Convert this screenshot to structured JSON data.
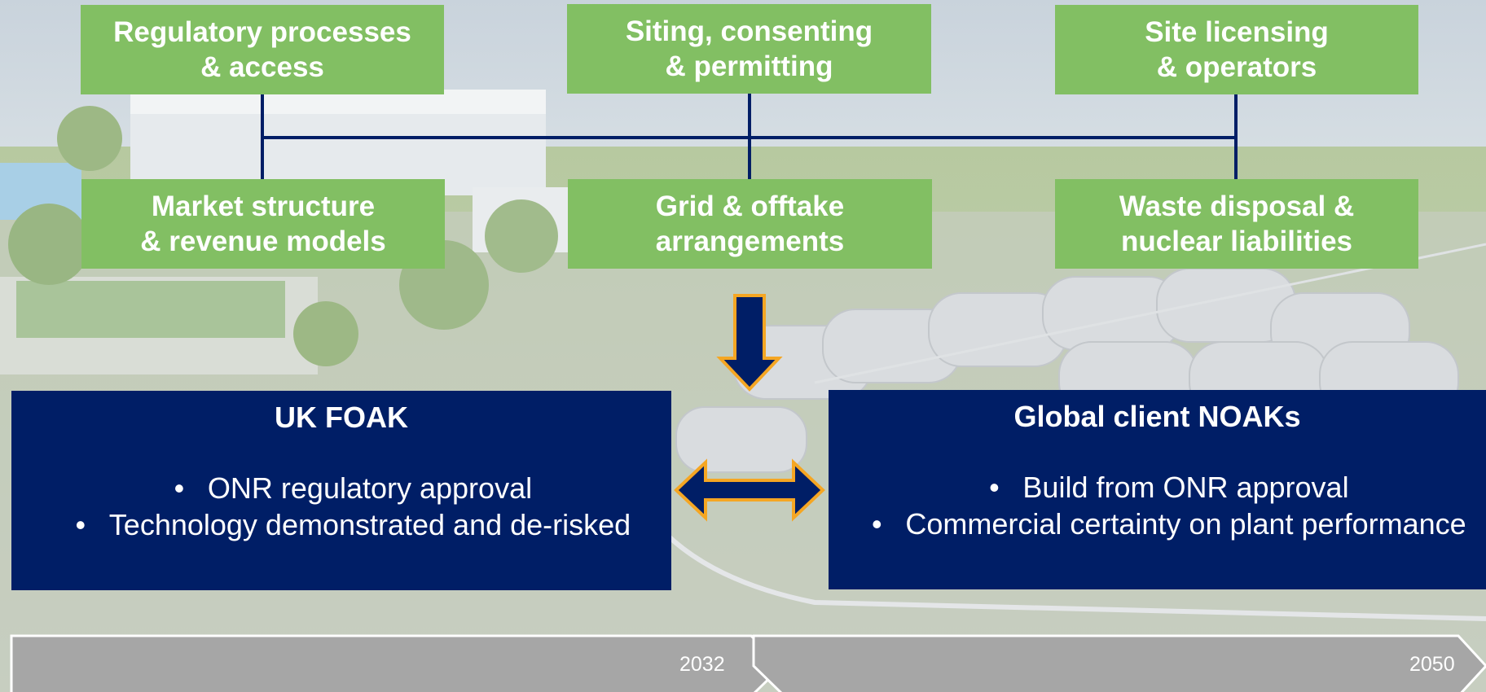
{
  "colors": {
    "green": "#82bf63",
    "navy": "#001e66",
    "arrow_outline": "#f5a623",
    "timeline": "#a6a6a6"
  },
  "top_row": [
    {
      "line1": "Regulatory processes",
      "line2": "& access"
    },
    {
      "line1": "Siting, consenting",
      "line2": "& permitting"
    },
    {
      "line1": "Site licensing",
      "line2": "& operators"
    }
  ],
  "bottom_row": [
    {
      "line1": "Market structure",
      "line2": "& revenue models"
    },
    {
      "line1": "Grid & offtake",
      "line2": "arrangements"
    },
    {
      "line1": "Waste disposal &",
      "line2": "nuclear liabilities"
    }
  ],
  "left_panel": {
    "title": "UK FOAK",
    "bullets": [
      "ONR regulatory approval",
      "Technology demonstrated and de-risked"
    ]
  },
  "right_panel": {
    "title": "Global client NOAKs",
    "bullets": [
      "Build from ONR approval",
      "Commercial certainty on plant performance"
    ]
  },
  "bullet_glyph": "•",
  "timeline": {
    "milestones": [
      "2032",
      "2050"
    ]
  }
}
